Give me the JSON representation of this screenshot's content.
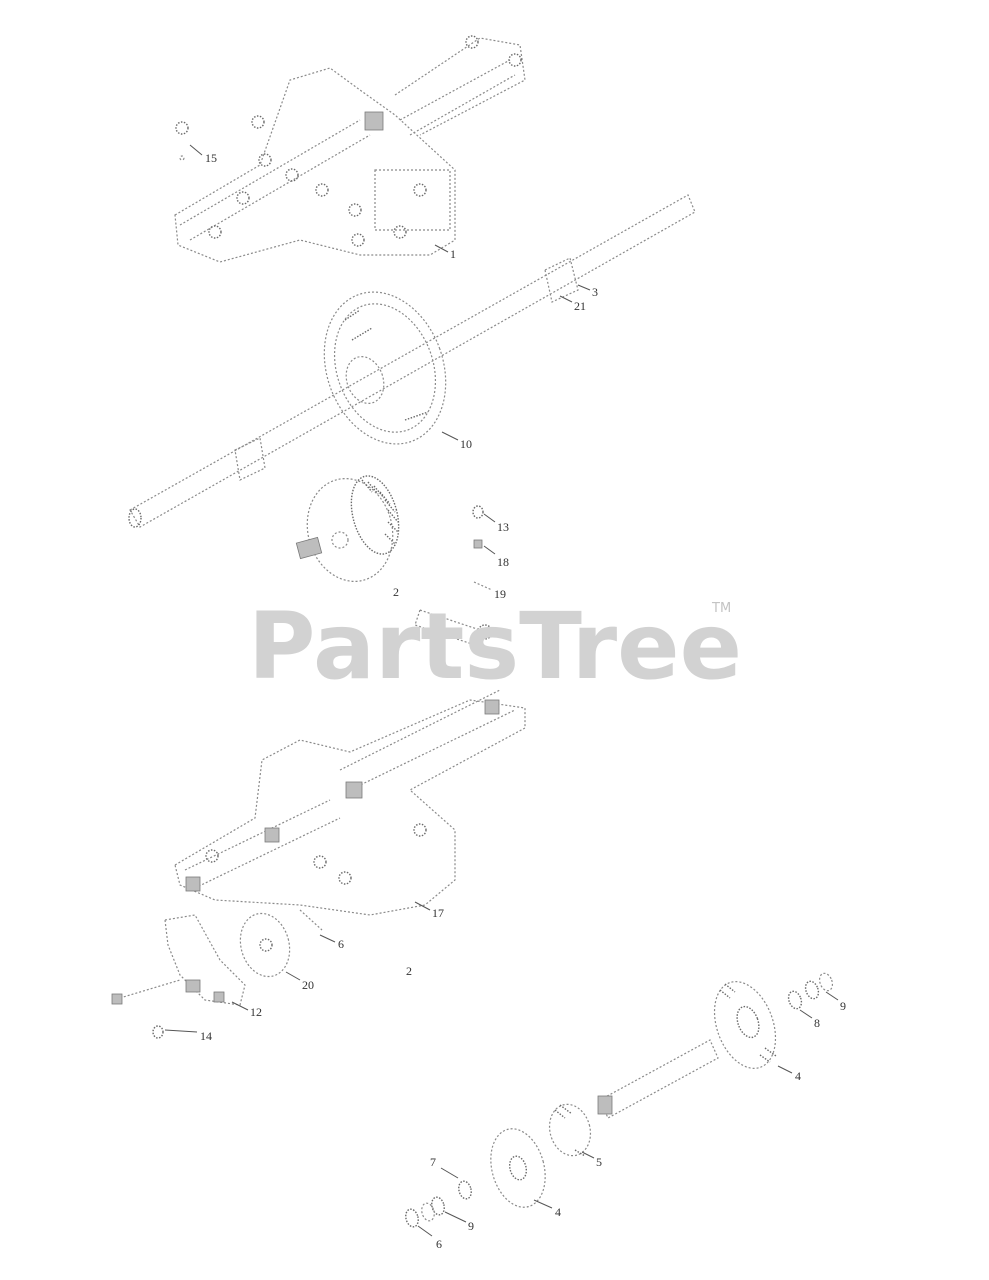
{
  "watermark": {
    "text": "PartsTree",
    "trademark": "TM"
  },
  "callouts": {
    "c15": "15",
    "c1": "1",
    "c3": "3",
    "c21": "21",
    "c10": "10",
    "c13": "13",
    "c18": "18",
    "c2a": "2",
    "c19": "19",
    "c17": "17",
    "c6a": "6",
    "c2b": "2",
    "c20": "20",
    "c12": "12",
    "c14": "14",
    "c9a": "9",
    "c8": "8",
    "c4a": "4",
    "c5": "5",
    "c7": "7",
    "c4b": "4",
    "c9b": "9",
    "c6b": "6"
  }
}
